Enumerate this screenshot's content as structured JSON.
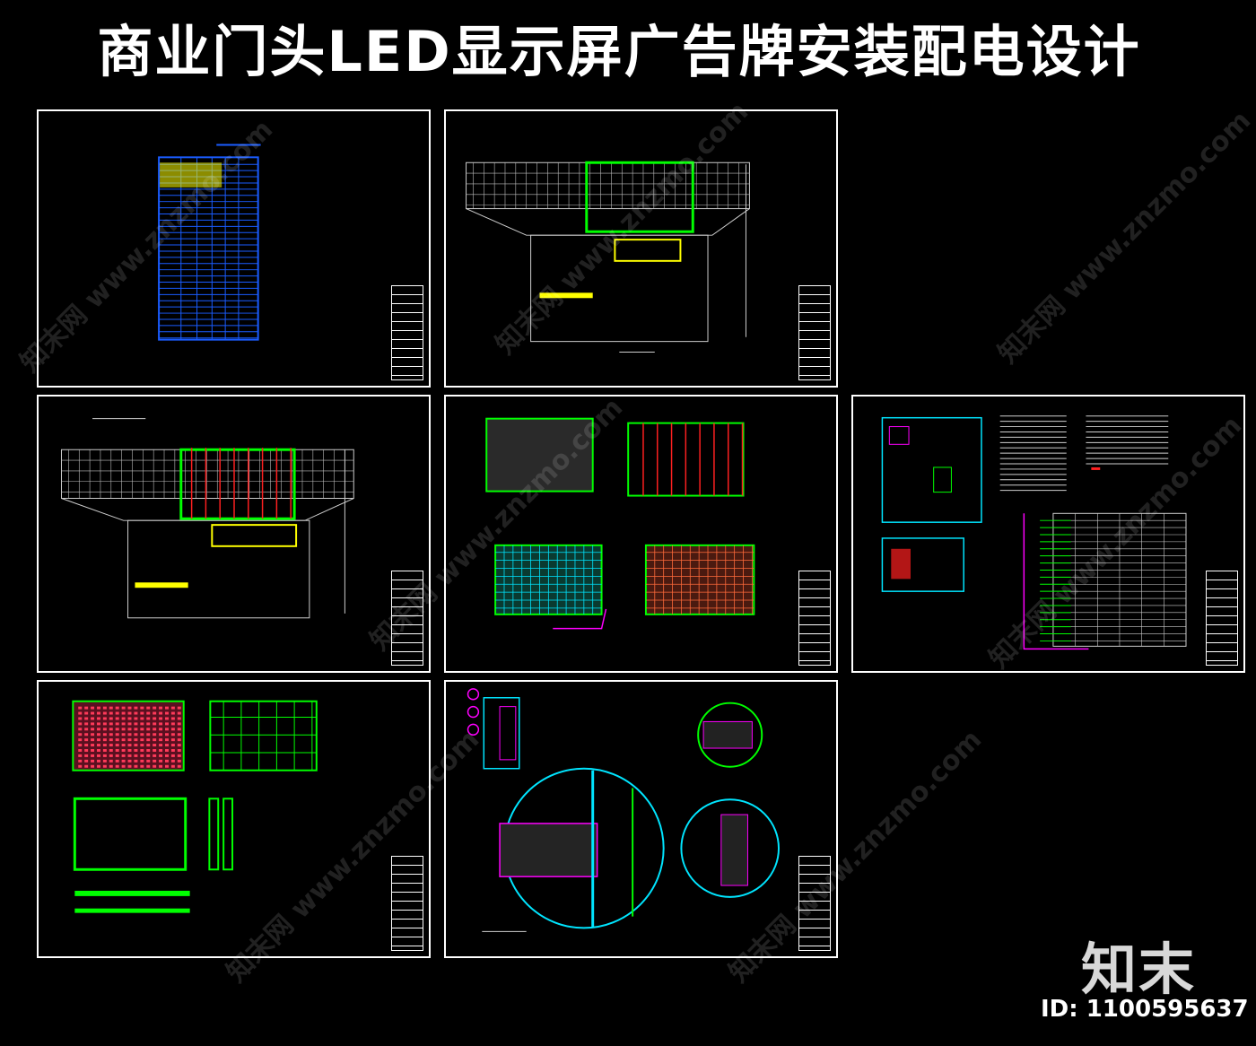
{
  "header": {
    "title": "商业门头LED显示屏广告牌安装配电设计"
  },
  "branding": {
    "logo_text": "知末",
    "id_label": "ID: 1100595637"
  },
  "watermark": {
    "text": "知末网 www.znzmo.com"
  },
  "sheets": [
    {
      "name": "sheet-1-schedule-table"
    },
    {
      "name": "sheet-2-front-elevation"
    },
    {
      "name": "sheet-3-elevation-with-frame"
    },
    {
      "name": "sheet-4-screen-plans"
    },
    {
      "name": "sheet-5-electrical-system"
    },
    {
      "name": "sheet-6-frame-layout"
    },
    {
      "name": "sheet-7-section-details"
    }
  ],
  "colors": {
    "background": "#000000",
    "line": "#ffffff",
    "green": "#00ff00",
    "blue": "#1a5cff",
    "red": "#ff2020",
    "cyan": "#00e5ff",
    "magenta": "#ff00ff",
    "yellow": "#ffff00"
  }
}
